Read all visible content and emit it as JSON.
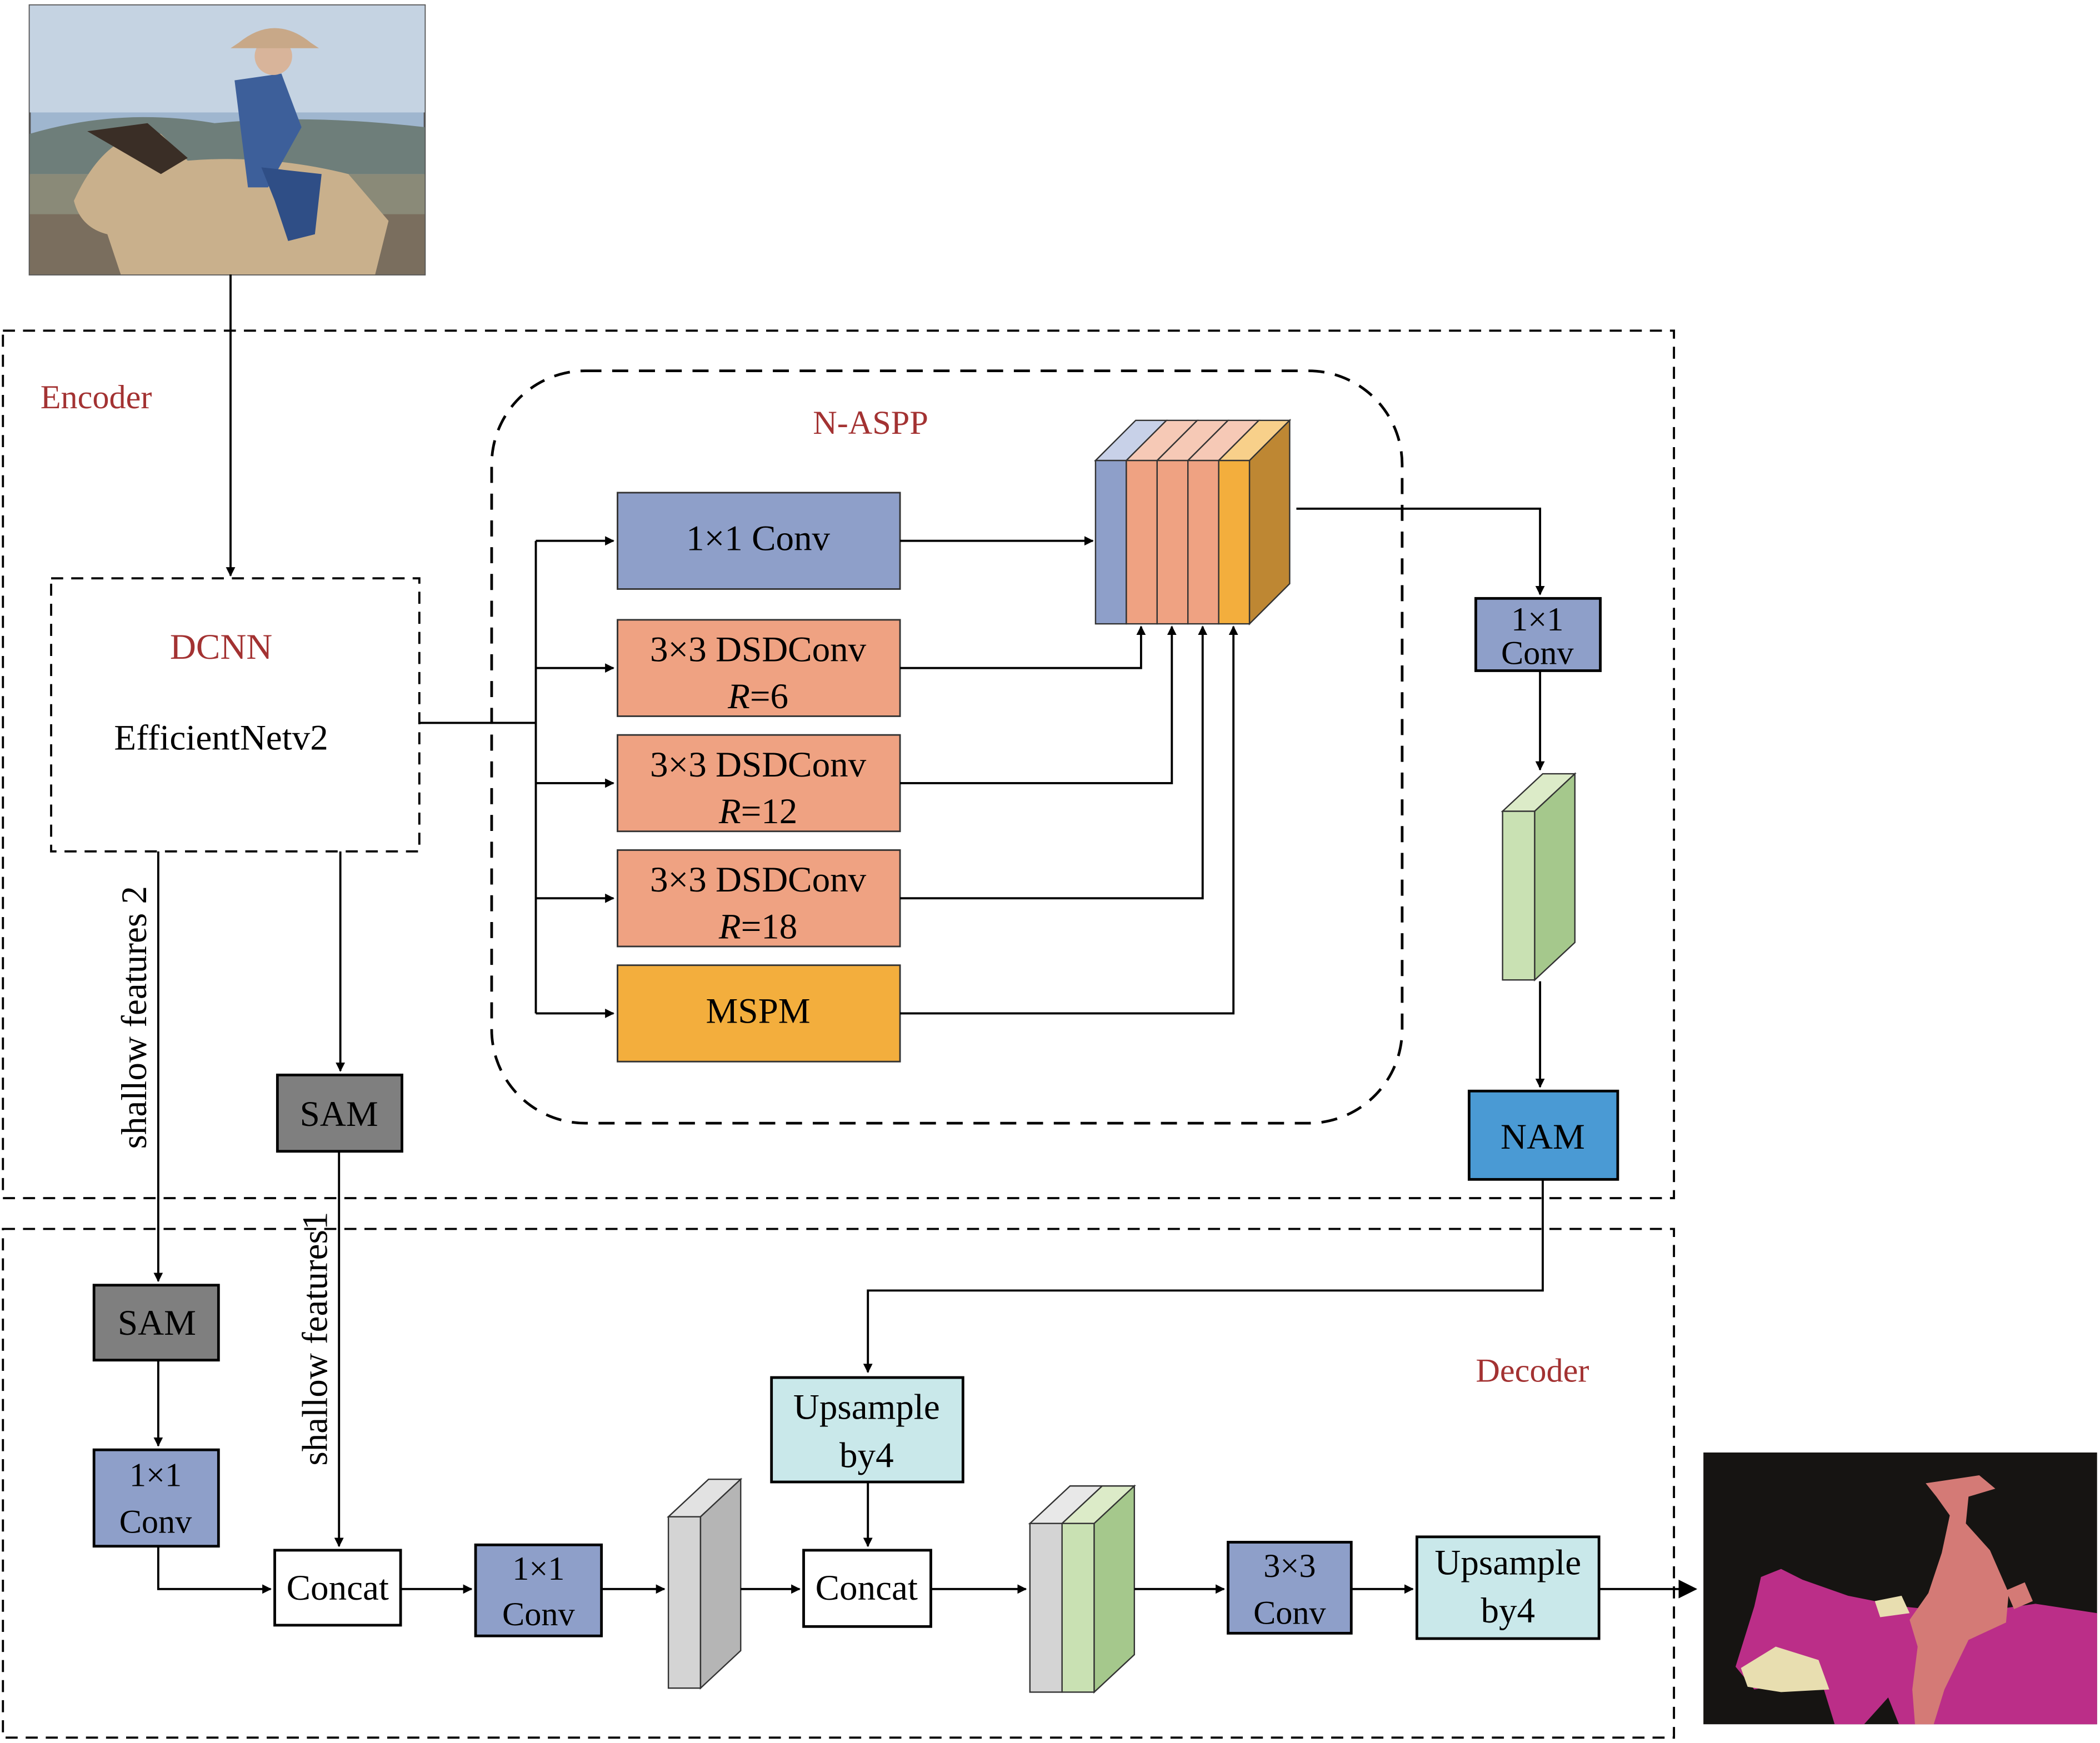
{
  "encoder": {
    "title": "Encoder"
  },
  "decoder": {
    "title": "Decoder"
  },
  "dcnn": {
    "title": "DCNN",
    "backbone": "EfficientNetv2"
  },
  "naspp": {
    "title": "N-ASPP",
    "branches": [
      {
        "line1": "1×1 Conv",
        "line2": "",
        "color": "#8E9FC9"
      },
      {
        "line1": "3×3 DSDConv",
        "line2_prefix": "R",
        "line2_suffix": "=6",
        "color": "#EFA282"
      },
      {
        "line1": "3×3 DSDConv",
        "line2_prefix": "R",
        "line2_suffix": "=12",
        "color": "#EFA282"
      },
      {
        "line1": "3×3 DSDConv",
        "line2_prefix": "R",
        "line2_suffix": "=18",
        "color": "#EFA282"
      },
      {
        "line1": "MSPM",
        "line2": "",
        "color": "#F3AE3D"
      }
    ]
  },
  "right_column": {
    "conv": {
      "line1": "1×1",
      "line2": "Conv"
    },
    "nam": {
      "label": "NAM"
    }
  },
  "sam_encoder": {
    "label": "SAM"
  },
  "sam_decoder": {
    "label": "SAM"
  },
  "shallow_features_2": "shallow features 2",
  "shallow_features_1": "shallow features1",
  "decoder_blocks": {
    "conv_left": {
      "line1": "1×1",
      "line2": "Conv"
    },
    "concat1": "Concat",
    "conv_mid": {
      "line1": "1×1",
      "line2": "Conv"
    },
    "upsample_top": {
      "line1": "Upsample",
      "line2": "by4"
    },
    "concat2": "Concat",
    "conv3x3": {
      "line1": "3×3",
      "line2": "Conv"
    },
    "upsample_out": {
      "line1": "Upsample",
      "line2": "by4"
    }
  },
  "colors": {
    "conv_blue": "#8E9FC9",
    "dsd_salmon": "#EFA282",
    "mspm_orange": "#F3AE3D",
    "sam_gray": "#7F7F7F",
    "nam_blue": "#4A9AD4",
    "upsample_cyan": "#C9E8EA",
    "label_red": "#A33232",
    "green_feature": "#A5C88C",
    "gray_feature": "#BDBDBD"
  }
}
